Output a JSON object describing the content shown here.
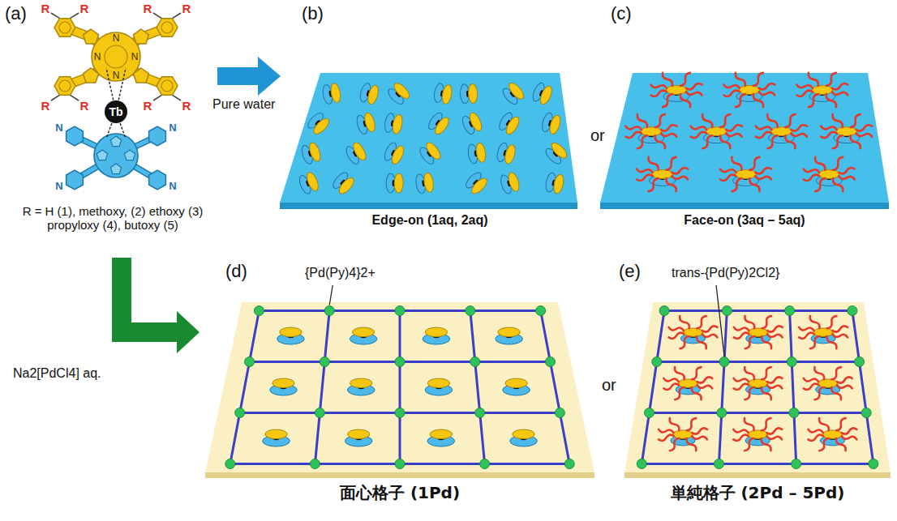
{
  "diagram": {
    "nodes": [
      {
        "text": [
          "Tb"
        ]
      },
      {
        "text": [
          "Edge-on (1aq, 2aq)"
        ]
      },
      {
        "text": [
          "Face-on (3aq – 5aq)"
        ]
      },
      {
        "text": [
          "面心格子 (1Pd)"
        ]
      },
      {
        "text": [
          "単純格子 (2Pd – 5Pd)"
        ]
      }
    ],
    "labels": [
      "(a)",
      "R",
      "R",
      "R",
      "R",
      "R",
      "R",
      "R",
      "R",
      "N",
      "N",
      "N",
      "N",
      "N",
      "N",
      "N",
      "N",
      "R = H (1), methoxy, (2) ethoxy (3) propyloxy (4), butoxy (5)",
      "Pure water",
      "(b)",
      "or",
      "(c)",
      "Na2[PdCl4] aq.",
      "(d)",
      "{Pd(Py)4}2+",
      "or",
      "(e)",
      "trans-{Pd(Py)2Cl2}"
    ]
  }
}
